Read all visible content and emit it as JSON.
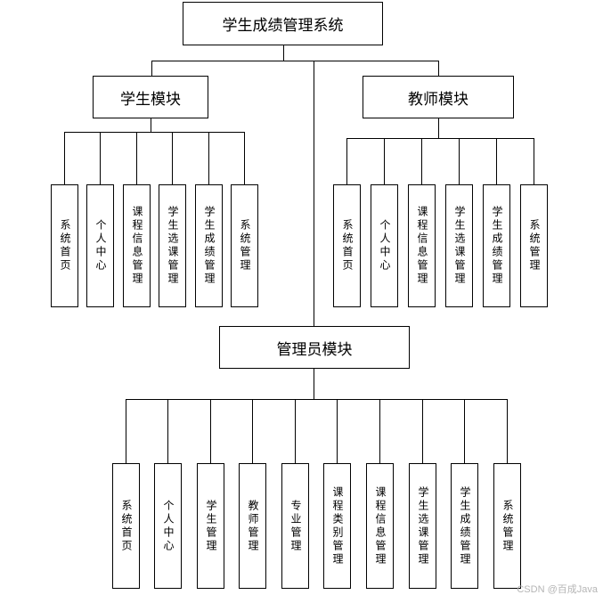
{
  "root": {
    "name": "root-node",
    "label": "学生成绩管理系统"
  },
  "student": {
    "label": "学生模块",
    "children": [
      "系统首页",
      "个人中心",
      "课程信息管理",
      "学生选课管理",
      "学生成绩管理",
      "系统管理"
    ]
  },
  "teacher": {
    "label": "教师模块",
    "children": [
      "系统首页",
      "个人中心",
      "课程信息管理",
      "学生选课管理",
      "学生成绩管理",
      "系统管理"
    ]
  },
  "admin": {
    "label": "管理员模块",
    "children": [
      "系统首页",
      "个人中心",
      "学生管理",
      "教师管理",
      "专业管理",
      "课程类别管理",
      "课程信息管理",
      "学生选课管理",
      "学生成绩管理",
      "系统管理"
    ]
  },
  "watermark": "CSDN @百成Java"
}
